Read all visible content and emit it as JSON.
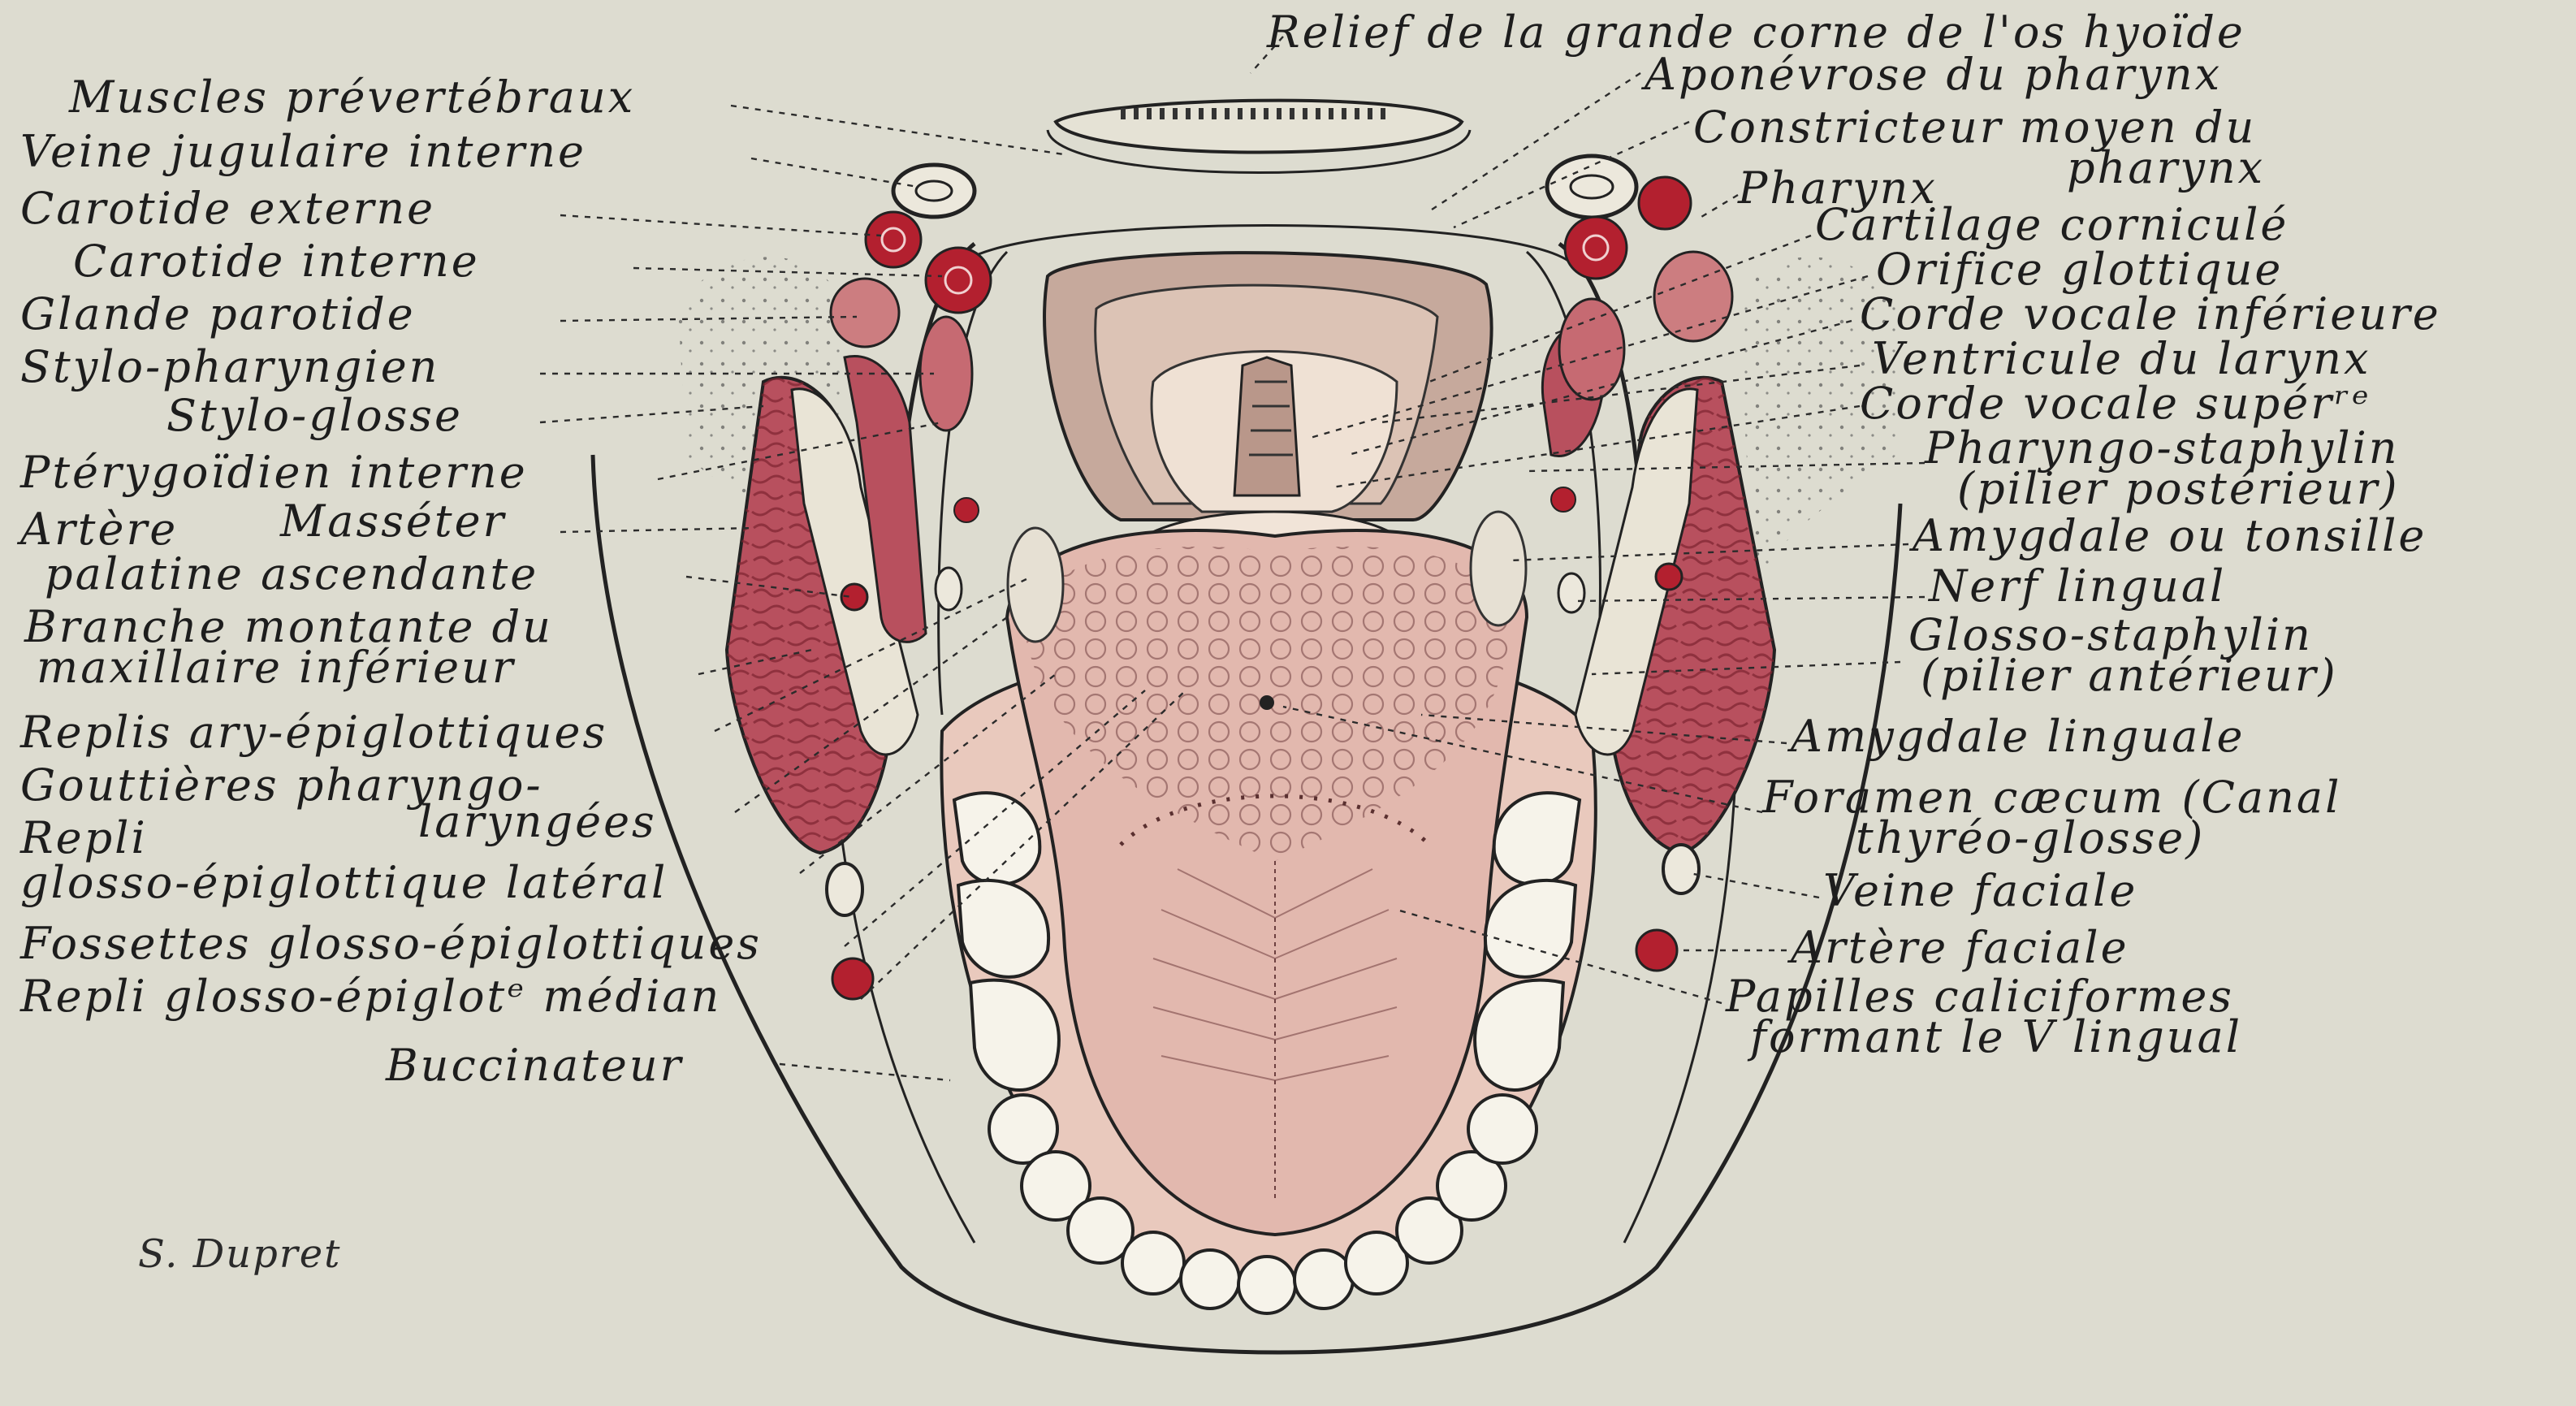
{
  "colors": {
    "paper": "#dddcd0",
    "ink": "#1d1d1d",
    "muscle": "#b8505e",
    "artery": "#b3202f",
    "tongue": "#e2b8ae",
    "mucosa": "#e9c9bd"
  },
  "labels_left": [
    "Muscles prévertébraux",
    "Veine jugulaire interne",
    "Carotide externe",
    "Carotide interne",
    "Glande parotide",
    "Stylo-pharyngien",
    "Stylo-glosse",
    "Ptérygoïdien interne",
    "Artère",
    "Masséter",
    "palatine ascendante",
    "Branche montante du",
    "maxillaire inférieur",
    "Replis ary-épiglottiques",
    "Gouttières pharyngo-",
    "laryngées",
    "Repli",
    "glosso-épiglottique latéral",
    "Fossettes glosso-épiglottiques",
    "Repli glosso-épiglotᵉ médian",
    "Buccinateur"
  ],
  "labels_right": [
    "Relief de la grande corne de l'os hyoïde",
    "Aponévrose du pharynx",
    "Constricteur moyen du",
    "pharynx",
    "Pharynx",
    "Cartilage corniculé",
    "Orifice glottique",
    "Corde vocale inférieure",
    "Ventricule du larynx",
    "Corde vocale supérʳᵉ",
    "Pharyngo-staphylin",
    "(pilier postérieur)",
    "Amygdale ou tonsille",
    "Nerf lingual",
    "Glosso-staphylin",
    "(pilier antérieur)",
    "Amygdale linguale",
    "Foramen cæcum (Canal",
    "thyréo-glosse)",
    "Veine faciale",
    "Artère faciale",
    "Papilles caliciformes",
    "formant le V lingual"
  ],
  "signature": "S. Dupret"
}
